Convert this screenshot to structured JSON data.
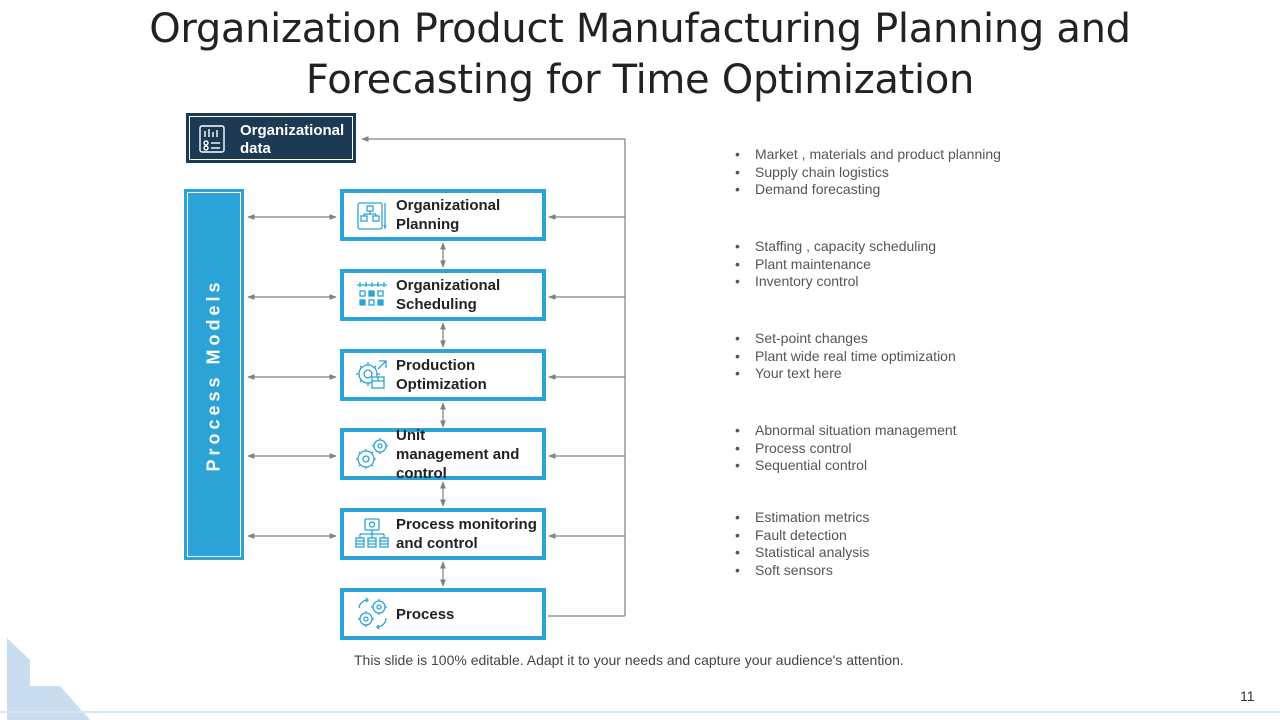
{
  "title": {
    "line1": "Organization Product Manufacturing Planning and",
    "line2": "Forecasting for Time Optimization"
  },
  "org_data": {
    "label": "Organizational data",
    "icon": "data-sheet-icon"
  },
  "process_models": {
    "label": "Process Models"
  },
  "stages": [
    {
      "label": "Organizational\nPlanning",
      "icon": "org-chart-icon"
    },
    {
      "label": "Organizational\nScheduling",
      "icon": "calendar-grid-icon"
    },
    {
      "label": "Production\nOptimization",
      "icon": "gear-box-icon"
    },
    {
      "label": "Unit\nmanagement and\ncontrol",
      "icon": "gears-icon"
    },
    {
      "label": "Process monitoring\nand control",
      "icon": "monitor-network-icon"
    },
    {
      "label": "Process",
      "icon": "cycle-gears-icon"
    }
  ],
  "bullet_groups": [
    [
      "Market , materials and product planning",
      "Supply chain logistics",
      "Demand forecasting"
    ],
    [
      "Staffing , capacity scheduling",
      "Plant maintenance",
      "Inventory control"
    ],
    [
      "Set-point changes",
      "Plant wide real time optimization",
      "Your text here"
    ],
    [
      "Abnormal situation management",
      "Process control",
      "Sequential control"
    ],
    [
      "Estimation metrics",
      "Fault detection",
      "Statistical analysis",
      "Soft sensors"
    ]
  ],
  "footer": "This slide is 100% editable. Adapt it to your needs and capture your audience's attention.",
  "page_number": "11",
  "colors": {
    "accent": "#2ba3d6",
    "dark": "#1d3a54",
    "connector": "#808080"
  }
}
